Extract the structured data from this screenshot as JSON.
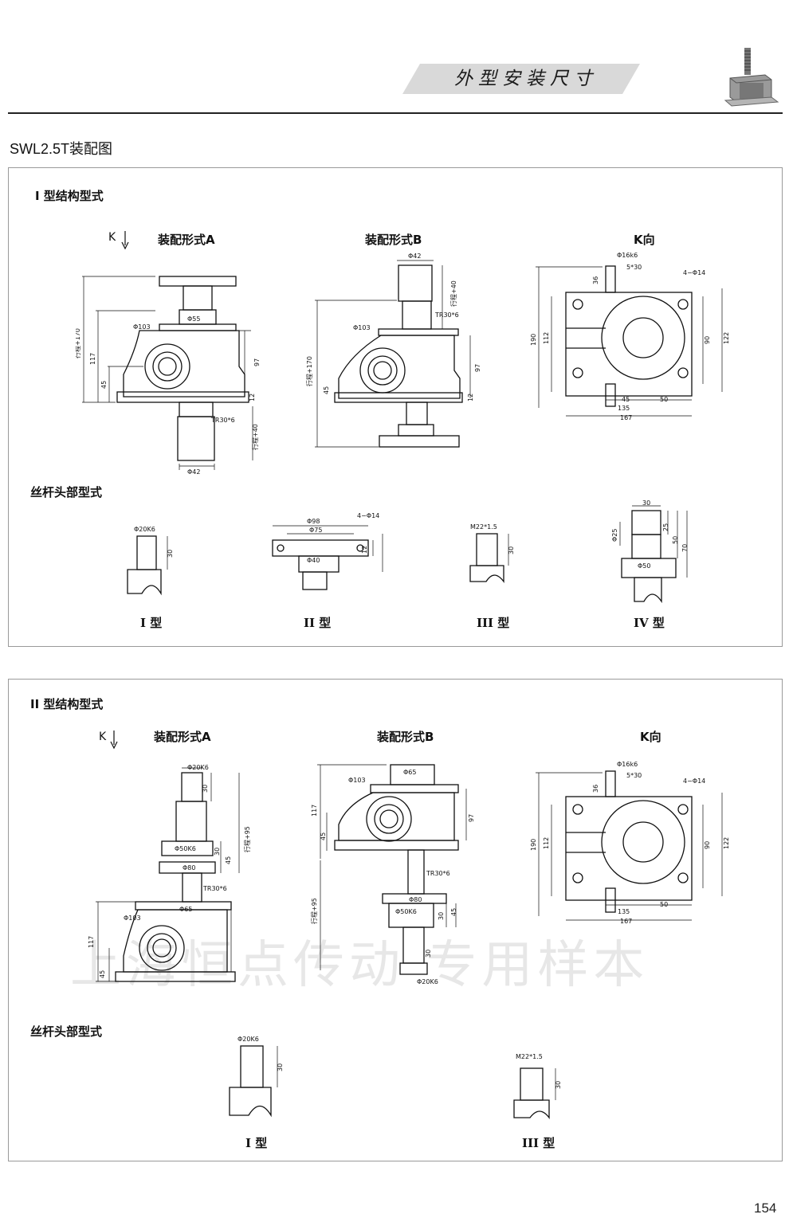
{
  "header": {
    "title": "外型安装尺寸"
  },
  "section_title": "SWL2.5T装配图",
  "panel_1": {
    "heading": "I 型结构型式",
    "k_label": "K",
    "view_a": "装配形式A",
    "view_b": "装配形式B",
    "view_k": "K向",
    "head_heading": "丝杆头部型式",
    "head_types": [
      "I 型",
      "II 型",
      "III 型",
      "IV 型"
    ]
  },
  "panel_2": {
    "heading": "II 型结构型式",
    "k_label": "K",
    "view_a": "装配形式A",
    "view_b": "装配形式B",
    "view_k": "K向",
    "head_heading": "丝杆头部型式",
    "head_types": [
      "I 型",
      "III 型"
    ]
  },
  "dims": {
    "phi103": "Φ103",
    "phi55": "Φ55",
    "phi42": "Φ42",
    "tr": "TR30*6",
    "stroke170": "行程+170",
    "stroke40": "行程+40",
    "stroke95": "行程+95",
    "d117": "117",
    "d97": "97",
    "d45": "45",
    "d12": "12",
    "phi16": "Φ16k6",
    "key": "5*30",
    "holes": "4−Φ14",
    "d36": "36",
    "d190": "190",
    "d112": "112",
    "d90": "90",
    "d122": "122",
    "d135": "135",
    "d167": "167",
    "d50": "50",
    "phi20k6": "Φ20K6",
    "d30": "30",
    "phi98": "Φ98",
    "phi75": "Φ75",
    "phi40": "Φ40",
    "m22": "M22*1.5",
    "d25": "25",
    "phi25": "Φ25",
    "d70": "70",
    "phi50": "Φ50",
    "phi50k6": "Φ50K6",
    "phi80": "Φ80",
    "phi65": "Φ65"
  },
  "watermark": "上海恒点传动 专用样本",
  "page_number": "154"
}
